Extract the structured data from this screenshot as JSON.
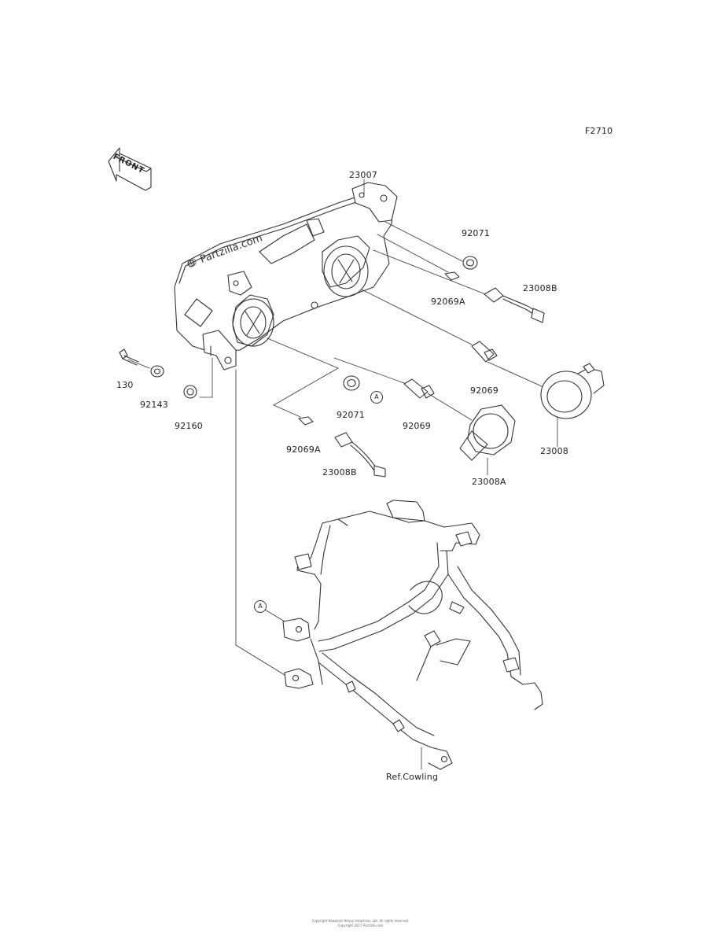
{
  "page_code": "F2710",
  "front_label": "FRONT",
  "watermark": "© Partzilla.com",
  "callout_letter": "A",
  "parts": {
    "headlight": "23007",
    "grommet_upper": "92071",
    "bulb_upper": "92069A",
    "socket_upper": "23008B",
    "cover_right": "23008",
    "bulb_main": "92069",
    "cover_left": "23008A",
    "grommet_lower": "92071",
    "bulb_lower": "92069A",
    "socket_lower": "23008B",
    "bolt": "130",
    "collar": "92143",
    "damper": "92160"
  },
  "ref_label": "Ref.Cowling",
  "footer_line1": "Copyright Kawasaki Heavy Industries, Ltd. All rights reserved.",
  "footer_line2": "Copyright 2017 Partzilla.com"
}
